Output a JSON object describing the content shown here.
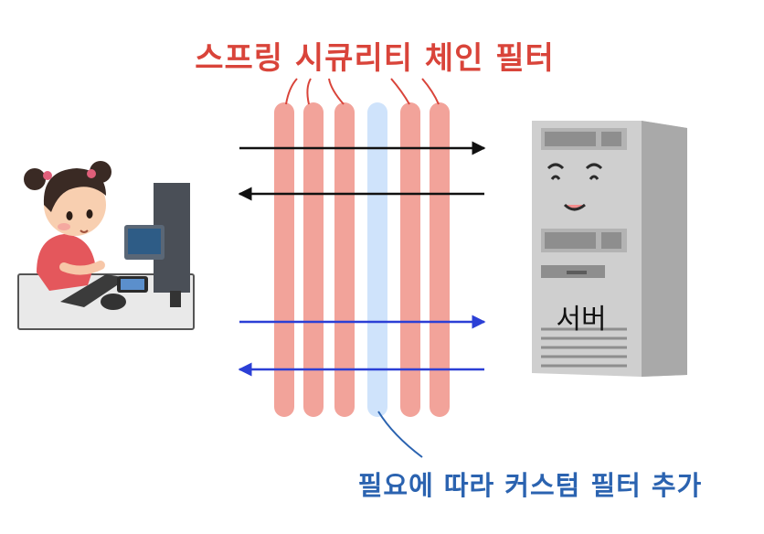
{
  "labels": {
    "top_title": "스프링 시큐리티 체인 필터",
    "bottom_caption": "필요에 따라 커스텀 필터 추가",
    "server": "서버"
  },
  "colors": {
    "title_red": "#d9443a",
    "caption_blue": "#2b63b0",
    "filter_red": "#f2a39a",
    "filter_blue": "#cfe3fb",
    "arrow_black": "#111111",
    "arrow_blue": "#2b3fd6"
  },
  "filters": [
    {
      "type": "spring-security-filter"
    },
    {
      "type": "spring-security-filter"
    },
    {
      "type": "spring-security-filter"
    },
    {
      "type": "custom-filter"
    },
    {
      "type": "spring-security-filter"
    },
    {
      "type": "spring-security-filter"
    }
  ],
  "arrows": [
    {
      "direction": "to-server",
      "color": "black"
    },
    {
      "direction": "to-client",
      "color": "black"
    },
    {
      "direction": "to-server",
      "color": "blue"
    },
    {
      "direction": "to-client",
      "color": "blue"
    }
  ],
  "icons": [
    "girl-at-computer-icon",
    "server-tower-icon"
  ]
}
